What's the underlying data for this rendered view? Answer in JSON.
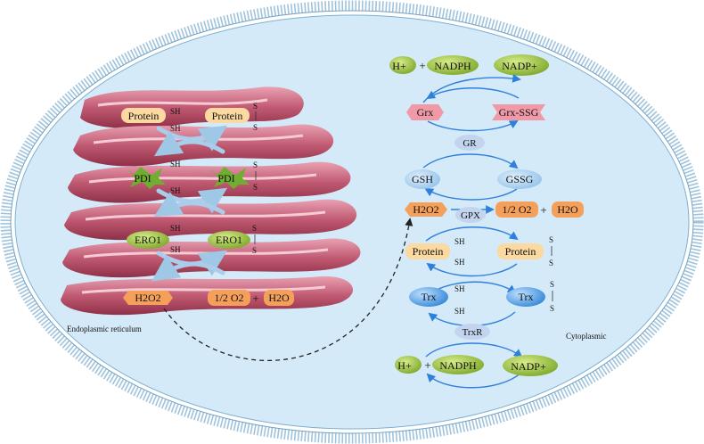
{
  "regions": {
    "er_label": "Endoplasmic reticulum",
    "cytoplasm_label": "Cytoplasmic"
  },
  "er": {
    "protein_reduced": "Protein",
    "protein_oxidized": "Protein",
    "pdi_reduced": "PDI",
    "pdi_oxidized": "PDI",
    "ero1_reduced": "ERO1",
    "ero1_oxidized": "ERO1",
    "h2o2": "H2O2",
    "half_o2": "1/2 O2",
    "plus": "+",
    "h2o": "H2O",
    "sh": "SH",
    "s": "S"
  },
  "cyto": {
    "h_plus_top": "H+",
    "plus": "+",
    "nadph_top": "NADPH",
    "nadp_top": "NADP+",
    "grx": "Grx",
    "grx_ssg": "Grx-SSG",
    "gr": "GR",
    "gsh": "GSH",
    "gssg": "GSSG",
    "h2o2": "H2O2",
    "gpx": "GPX",
    "half_o2": "1/2 O2",
    "h2o": "H2O",
    "protein_reduced": "Protein",
    "protein_oxidized": "Protein",
    "trx_reduced": "Trx",
    "trx_oxidized": "Trx",
    "trxr": "TrxR",
    "h_plus_bottom": "H+",
    "nadph_bottom": "NADPH",
    "nadp_bottom": "NADP+",
    "sh": "SH",
    "s": "S"
  },
  "colors": {
    "cell_fill": "#d5eaf8",
    "membrane": "#7fb0d0",
    "er_fill": "#b24a62",
    "er_light": "#e9a7b6",
    "green": "#9bc23c",
    "orange": "#f4a05a",
    "protein_fill": "#fbd9a0",
    "pink_grx": "#f09aa8",
    "gsh_fill": "#a9d0f0",
    "trx_fill": "#4a9ee0",
    "enzyme_fill": "#c3d5ee",
    "arrow_blue": "#2f7fdc"
  }
}
